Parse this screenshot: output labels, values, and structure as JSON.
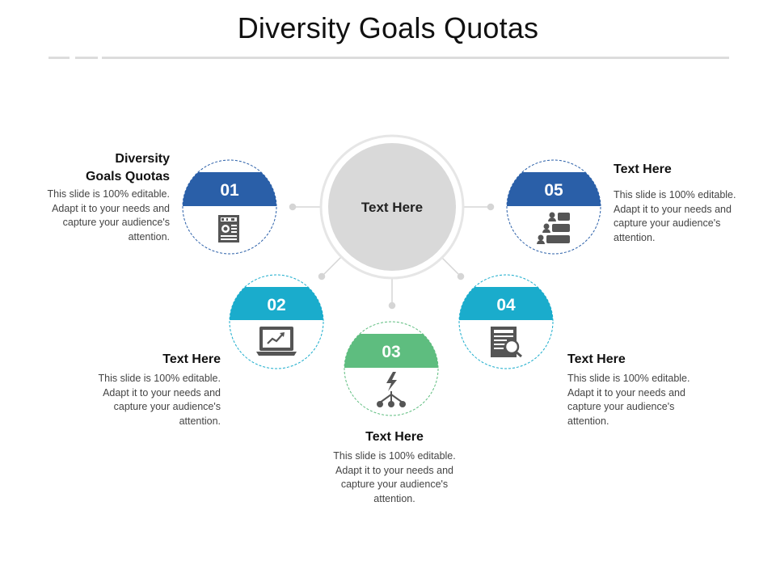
{
  "title": "Diversity Goals Quotas",
  "center": {
    "label": "Text Here"
  },
  "items": [
    {
      "number": "01",
      "icon": "newspaper-icon",
      "color": "#2a5fa8",
      "heading": "Diversity Goals Quotas",
      "text": "This slide is 100% editable. Adapt it to your needs and capture your audience's attention."
    },
    {
      "number": "02",
      "icon": "laptop-chart-icon",
      "color": "#1aaccc",
      "heading": "Text Here",
      "text": "This slide is 100% editable. Adapt it to your needs and capture your audience's attention."
    },
    {
      "number": "03",
      "icon": "lightning-network-icon",
      "color": "#5ebd7f",
      "heading": "Text Here",
      "text": "This slide is 100% editable. Adapt it to your needs and capture your audience's attention."
    },
    {
      "number": "04",
      "icon": "document-search-icon",
      "color": "#1aaccc",
      "heading": "Text Here",
      "text": "This slide is 100% editable. Adapt it to your needs and capture your audience's attention."
    },
    {
      "number": "05",
      "icon": "people-list-icon",
      "color": "#2a5fa8",
      "heading": "Text Here",
      "text": "This slide is 100% editable. Adapt it to your needs and capture your audience's attention."
    }
  ]
}
